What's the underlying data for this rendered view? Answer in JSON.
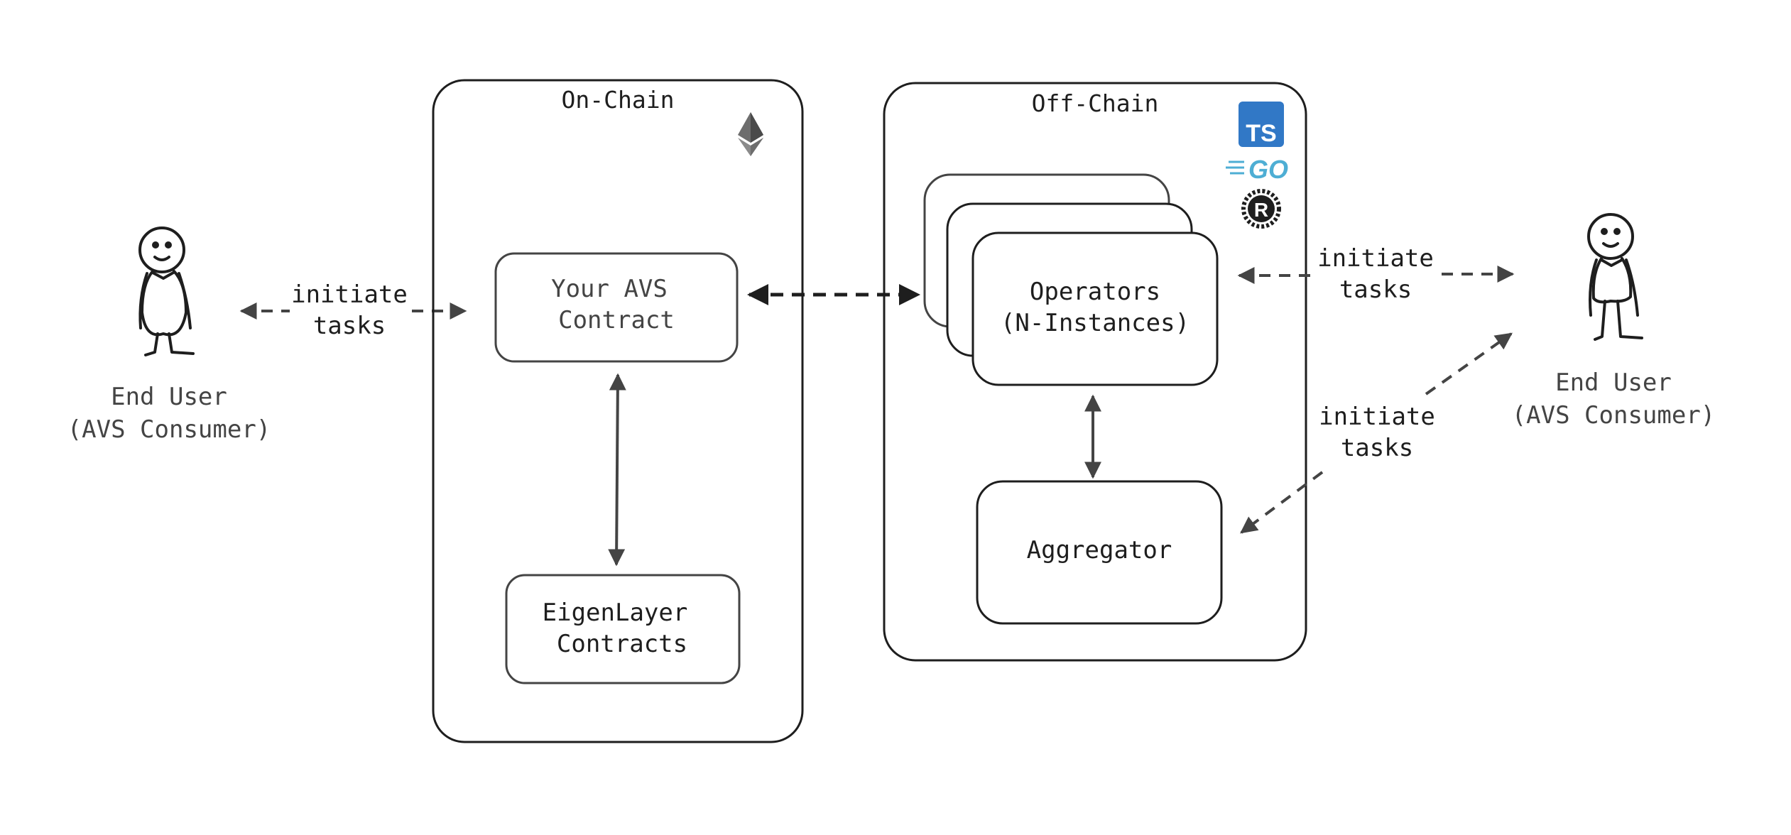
{
  "on_chain": {
    "title": "On-Chain",
    "avs_contract": [
      "Your AVS",
      "Contract"
    ],
    "eigenlayer_contracts": [
      "EigenLayer",
      "Contracts"
    ]
  },
  "off_chain": {
    "title": "Off-Chain",
    "operators": [
      "Operators",
      "(N-Instances)"
    ],
    "aggregator": "Aggregator",
    "logos": {
      "ts": "TS",
      "go": "GO",
      "rust": "R"
    }
  },
  "left_user": {
    "label": [
      "End User",
      "(AVS Consumer)"
    ]
  },
  "right_user": {
    "label": [
      "End User",
      "(AVS Consumer)"
    ]
  },
  "edge_labels": {
    "left": [
      "initiate",
      "tasks"
    ],
    "right_top": [
      "initiate",
      "tasks"
    ],
    "right_bottom": [
      "initiate",
      "tasks"
    ]
  },
  "colors": {
    "ts_blue": "#3178c6",
    "go_cyan": "#4eaed4",
    "ink": "#1e1e1e",
    "eth_gray": "#8a8a8a"
  }
}
